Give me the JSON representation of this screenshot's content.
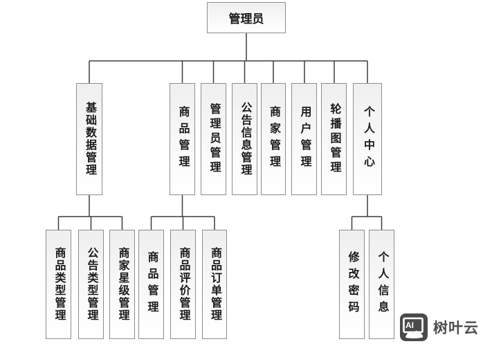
{
  "diagram": {
    "root": {
      "label": "管理员"
    },
    "level2": [
      {
        "id": "basic-data-mgmt",
        "label": "基础数据管理"
      },
      {
        "id": "product-mgmt",
        "label": "商品管理"
      },
      {
        "id": "admin-mgmt",
        "label": "管理员管理"
      },
      {
        "id": "announcement-info-mgmt",
        "label": "公告信息管理"
      },
      {
        "id": "merchant-mgmt",
        "label": "商家管理"
      },
      {
        "id": "user-mgmt",
        "label": "用户管理"
      },
      {
        "id": "carousel-mgmt",
        "label": "轮播图管理"
      },
      {
        "id": "personal-center",
        "label": "个人中心"
      }
    ],
    "level3": [
      {
        "parent": "basic-data-mgmt",
        "label": "商品类型管理"
      },
      {
        "parent": "basic-data-mgmt",
        "label": "公告类型管理"
      },
      {
        "parent": "basic-data-mgmt",
        "label": "商家星级管理"
      },
      {
        "parent": "product-mgmt",
        "label": "商品管理"
      },
      {
        "parent": "product-mgmt",
        "label": "商品评价管理"
      },
      {
        "parent": "product-mgmt",
        "label": "商品订单管理"
      },
      {
        "parent": "personal-center",
        "label": "修改密码"
      },
      {
        "parent": "personal-center",
        "label": "个人信息"
      }
    ]
  },
  "watermark": {
    "logo_text": "AI",
    "brand_name": "树叶云"
  },
  "colors": {
    "node_fill": "#efefef",
    "node_border": "#8c8c8c",
    "connector": "#3c3c3c",
    "watermark_gray": "#4a4a4a",
    "background": "#ffffff"
  }
}
